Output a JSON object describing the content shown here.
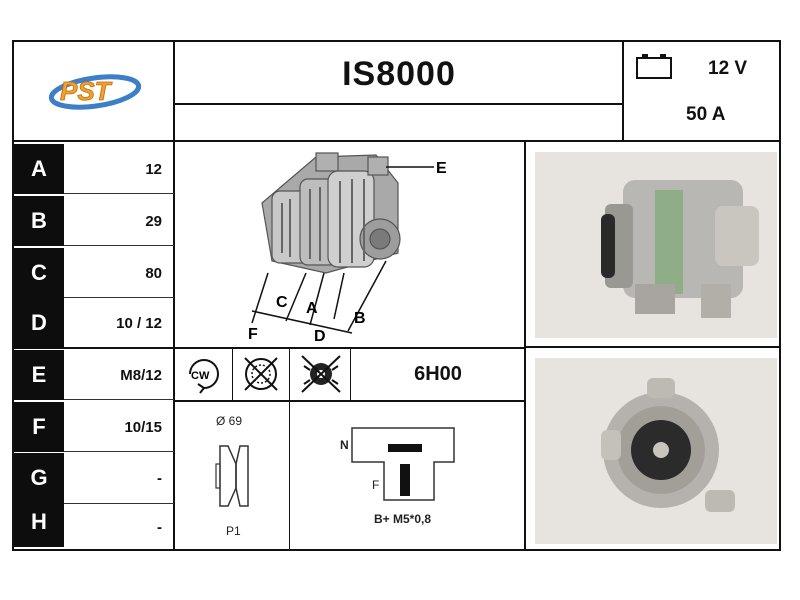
{
  "header": {
    "part_number": "IS8000",
    "logo_text": "PST",
    "voltage": "12 V",
    "current": "50 A",
    "battery_icon": "battery-icon"
  },
  "specs": [
    {
      "label": "A",
      "value": "12"
    },
    {
      "label": "B",
      "value": "29"
    },
    {
      "label": "C",
      "value": "80"
    },
    {
      "label": "D",
      "value": "10 / 12"
    },
    {
      "label": "E",
      "value": "M8/12"
    },
    {
      "label": "F",
      "value": "10/15"
    },
    {
      "label": "G",
      "value": "-"
    },
    {
      "label": "H",
      "value": "-"
    }
  ],
  "diagram": {
    "letters": {
      "e": "E",
      "c": "C",
      "a": "A",
      "b": "B",
      "f": "F",
      "d": "D"
    }
  },
  "icons_row": {
    "rotation_label": "CW",
    "code": "6H00"
  },
  "pulley": {
    "diameter": "Ø 69",
    "type": "P1"
  },
  "connector": {
    "n_label": "N",
    "f_label": "F",
    "terminal": "B+ M5*0,8"
  }
}
